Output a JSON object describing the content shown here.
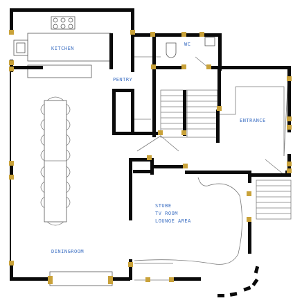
{
  "rooms": {
    "kitchen": "KITCHEN",
    "pentry": "PENTRY",
    "wc": "WC",
    "entrance": "ENTRANCE",
    "stube": "STUBE",
    "tv_room": "TV ROOM",
    "lounge_area": "LOUNGE AREA",
    "diningroom": "DININGROOM"
  },
  "colors": {
    "wall": "#0a0a0a",
    "post": "#c9a23a",
    "label": "#3b6ec2",
    "fixture_line": "#7a7a7a"
  }
}
